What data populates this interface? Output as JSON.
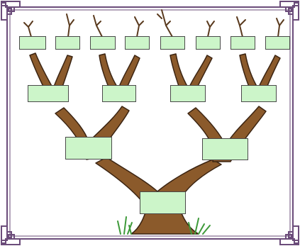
{
  "diagram": {
    "type": "family-tree",
    "generations": [
      {
        "level": 1,
        "boxes": [
          {
            "id": "b1-1",
            "label": ""
          }
        ]
      },
      {
        "level": 2,
        "boxes": [
          {
            "id": "b2-1",
            "label": ""
          },
          {
            "id": "b2-2",
            "label": ""
          }
        ]
      },
      {
        "level": 3,
        "boxes": [
          {
            "id": "b3-1",
            "label": ""
          },
          {
            "id": "b3-2",
            "label": ""
          },
          {
            "id": "b3-3",
            "label": ""
          },
          {
            "id": "b3-4",
            "label": ""
          }
        ]
      },
      {
        "level": 4,
        "boxes": [
          {
            "id": "b4-1",
            "label": ""
          },
          {
            "id": "b4-2",
            "label": ""
          },
          {
            "id": "b4-3",
            "label": ""
          },
          {
            "id": "b4-4",
            "label": ""
          },
          {
            "id": "b4-5",
            "label": ""
          },
          {
            "id": "b4-6",
            "label": ""
          },
          {
            "id": "b4-7",
            "label": ""
          },
          {
            "id": "b4-8",
            "label": ""
          }
        ]
      }
    ]
  },
  "colors": {
    "trunk": "#8b5a2b",
    "trunk_outline": "#3b2412",
    "box_fill": "#ccf5c9",
    "box_border": "#4a4a4a",
    "frame": "#6b4c7a",
    "grass": "#3e9a3a"
  },
  "icons": {
    "tree": "tree-trunk-illustration",
    "frame": "ornamental-frame",
    "grass": "grass-tufts"
  }
}
